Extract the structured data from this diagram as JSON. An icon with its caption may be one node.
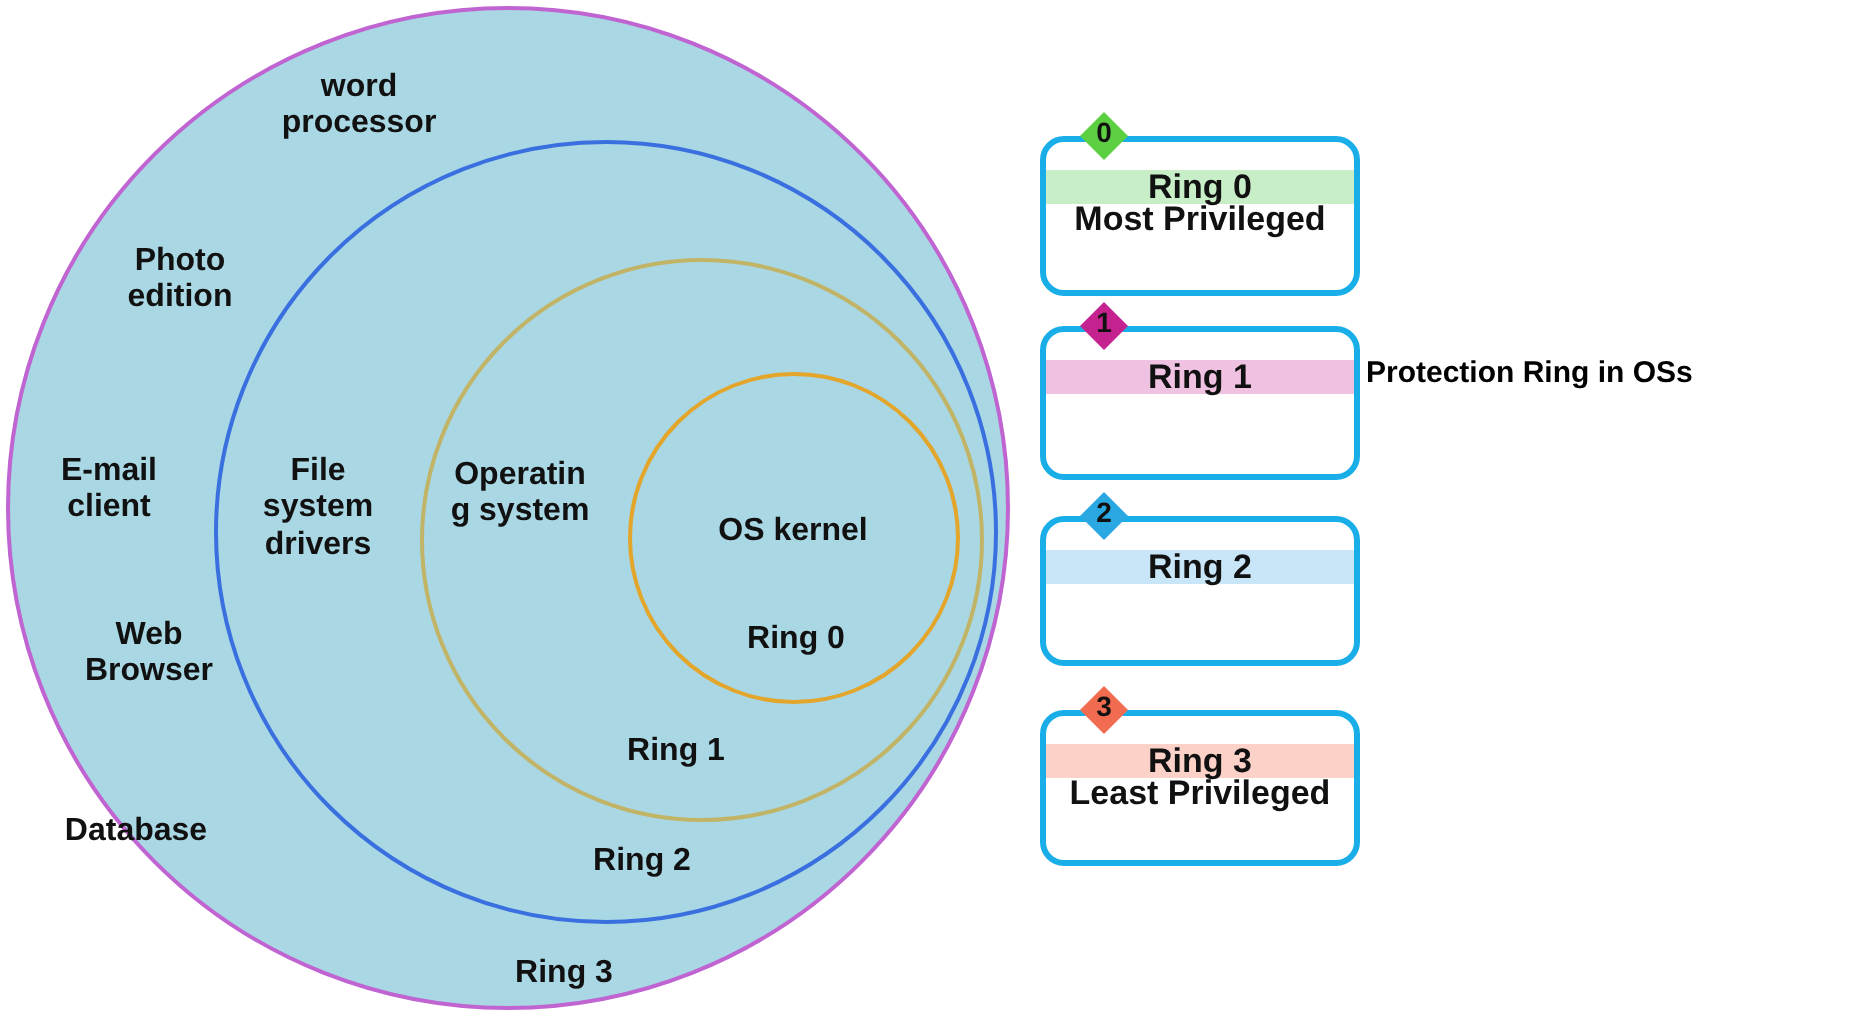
{
  "diagram": {
    "nodes": [
      {
        "text": [
          "word processor",
          "Photo edition",
          "E-mail client",
          "Web Browser",
          "Database",
          "Ring 3"
        ]
      },
      {
        "text": [
          "File system drivers",
          "Ring 2"
        ],
        "in": 0
      },
      {
        "text": [
          "Operatin g system",
          "Ring 1"
        ],
        "in": 1
      },
      {
        "text": [
          "OS kernel",
          "Ring 0"
        ],
        "in": 2
      },
      {
        "text": [
          "0"
        ]
      },
      {
        "text": [
          "Ring 0",
          "Most Privileged"
        ]
      },
      {
        "text": [
          "1"
        ]
      },
      {
        "text": [
          "Ring 1"
        ]
      },
      {
        "text": [
          "2"
        ]
      },
      {
        "text": [
          "Ring 2"
        ]
      },
      {
        "text": [
          "3"
        ]
      },
      {
        "text": [
          "Ring 3",
          "Least Privileged"
        ]
      }
    ],
    "edges": [],
    "labels": [
      "Protection Ring in OSs"
    ]
  }
}
